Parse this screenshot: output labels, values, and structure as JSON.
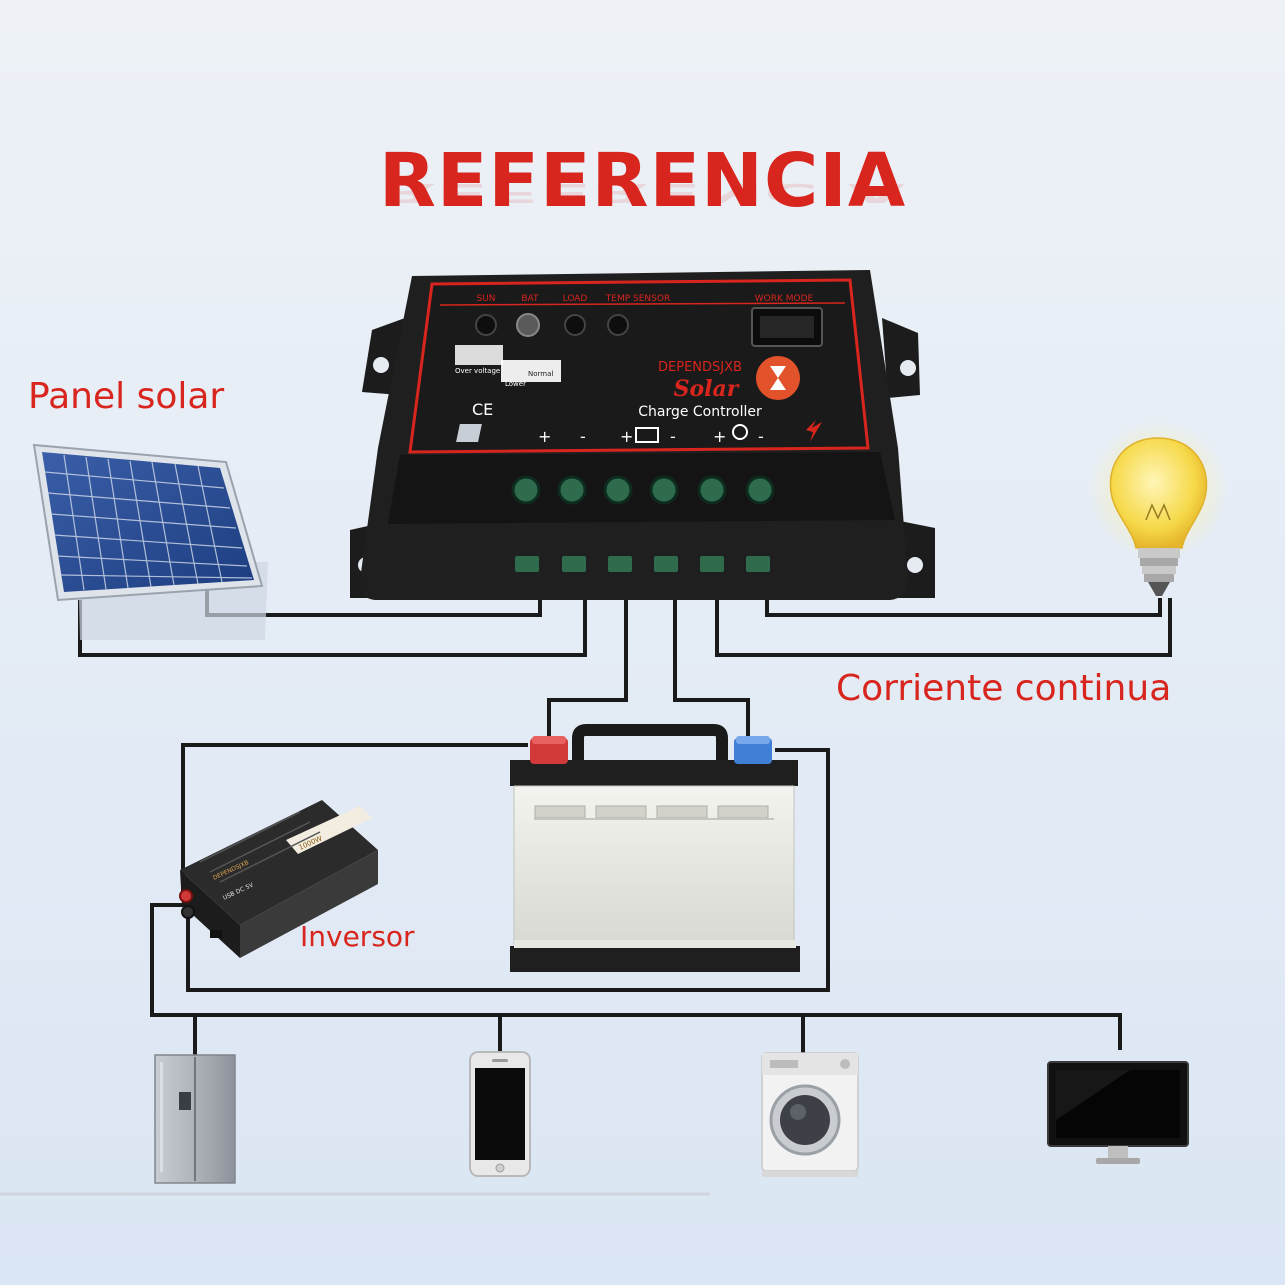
{
  "title": "REFERENCIA",
  "labels": {
    "solar_panel": "Panel solar",
    "dc_current": "Corriente continua",
    "inverter": "Inversor"
  },
  "controller": {
    "indicators": [
      "SUN",
      "BAT",
      "LOAD",
      "TEMP SENSOR"
    ],
    "work_mode": "WORK MODE",
    "brand": "DEPENDSJXB",
    "name": "Solar",
    "subtitle": "Charge Controller",
    "over_voltage": "Over voltage",
    "normal": "Normal",
    "lower": "Lower",
    "ce": "CE"
  },
  "inverter_device": {
    "power": "1000W",
    "brand": "DEPENDSJXB",
    "usb": "USB DC 5V"
  },
  "colors": {
    "accent_red": "#d8251d",
    "controller_body": "#1c1c1c",
    "terminal_green": "#2f6b4d",
    "battery_positive": "#d23a3a",
    "battery_negative": "#3f7fd6",
    "bulb": "#f6d94a",
    "wire": "#1a1a1a"
  }
}
